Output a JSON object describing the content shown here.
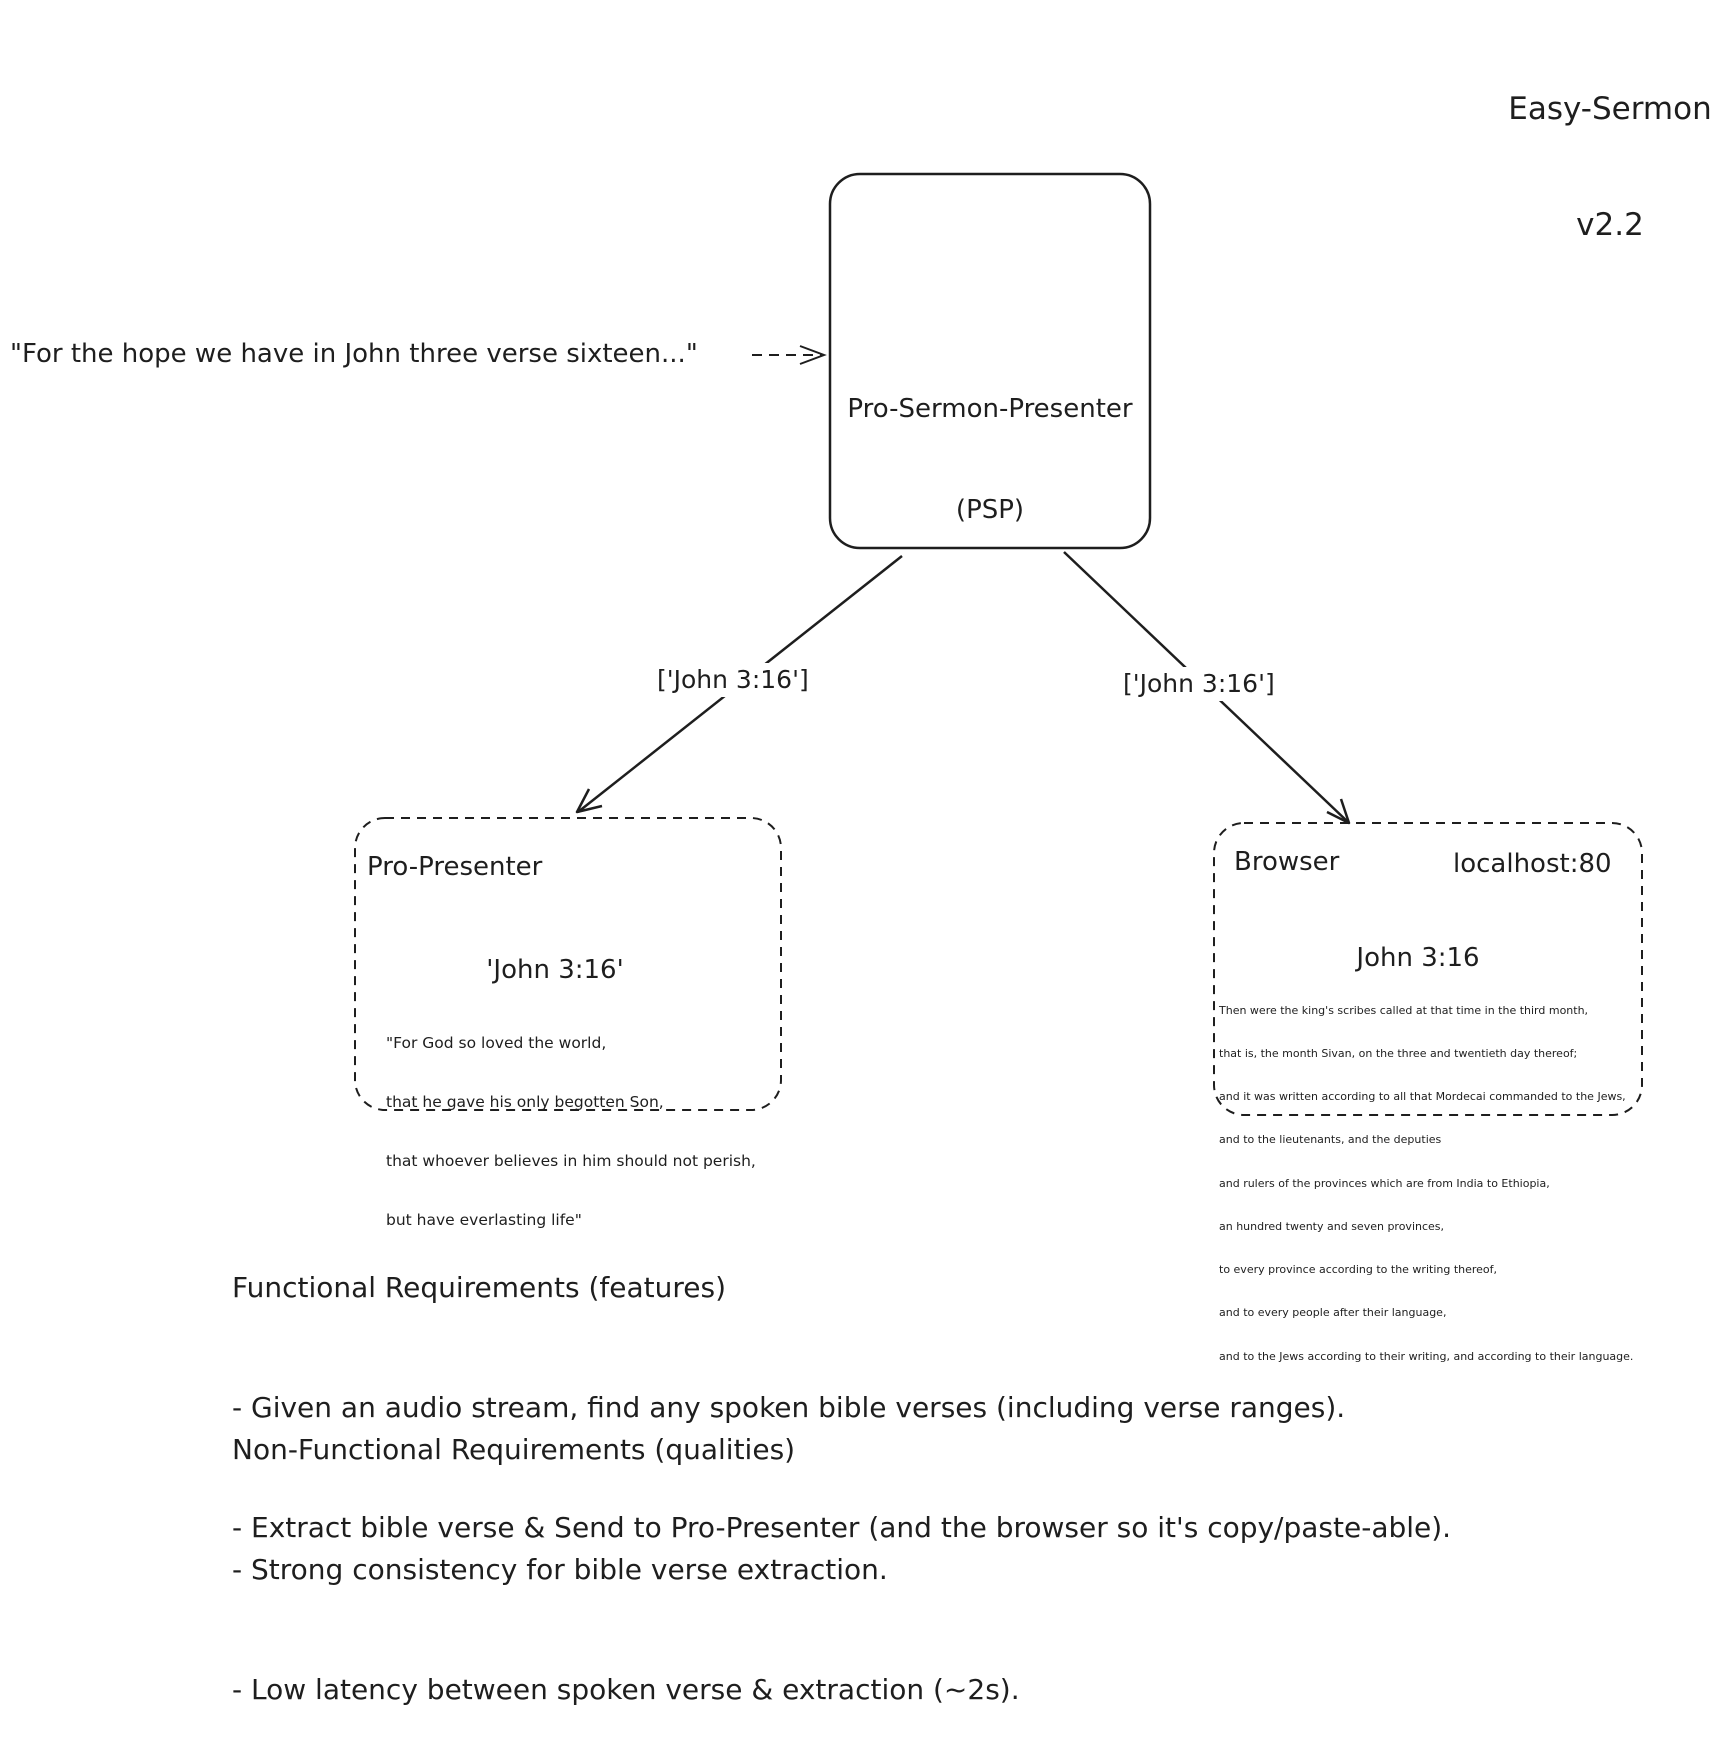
{
  "title": {
    "line1": "Easy-Sermon",
    "line2": "v2.2"
  },
  "input_quote": "\"For the hope we have in John three verse sixteen...\"",
  "psp": {
    "line1": "Pro-Sermon-Presenter",
    "line2": "(PSP)"
  },
  "edges": {
    "left_label": "['John 3:16']",
    "right_label": "['John 3:16']"
  },
  "propresenter": {
    "title": "Pro-Presenter",
    "reference": "'John 3:16'",
    "verse_lines": [
      "\"For God so loved the world,",
      "that he gave his only begotten Son,",
      "that whoever believes in him should not perish,",
      "but have everlasting life\""
    ]
  },
  "browser": {
    "title": "Browser",
    "url": "localhost:80",
    "reference": "John 3:16",
    "verse_lines": [
      "Then were the king's scribes called at that time in the third month,",
      "that is, the month Sivan, on the three and twentieth day thereof;",
      "and it was written according to all that Mordecai commanded to the Jews,",
      "and to the lieutenants, and the deputies",
      "and rulers of the provinces which are from India to Ethiopia,",
      "an hundred twenty and seven provinces,",
      "to every province according to the writing thereof,",
      "and to every people after their language,",
      "and to the Jews according to their writing, and according to their language."
    ]
  },
  "functional": {
    "heading": "Functional Requirements (features)",
    "items": [
      "- Given an audio stream, find any spoken bible verses (including verse ranges).",
      "- Extract bible verse & Send to Pro-Presenter (and the browser so it's copy/paste-able)."
    ]
  },
  "non_functional": {
    "heading": "Non-Functional Requirements (qualities)",
    "items": [
      "- Strong consistency for bible verse extraction.",
      "- Low latency between spoken verse & extraction (~2s)."
    ]
  }
}
